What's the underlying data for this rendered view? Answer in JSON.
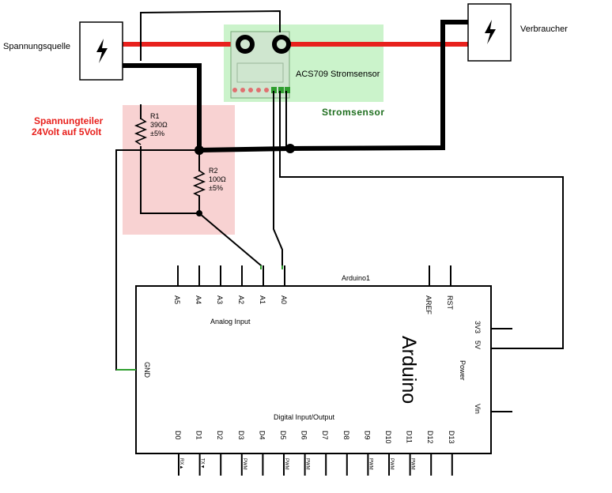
{
  "sources": {
    "left_label": "Spannungsquelle",
    "right_label": "Verbraucher",
    "icon": "lightning-icon"
  },
  "sensor": {
    "label": "ACS709 Stromsensor",
    "area_label": "Stromsensor",
    "area_color": "#b9efb9"
  },
  "divider": {
    "label_line1": "Spannungteiler",
    "label_line2": "24Volt auf 5Volt",
    "area_color": "#f8d2d2",
    "r1": {
      "name": "R1",
      "value": "390Ω",
      "tolerance": "±5%"
    },
    "r2": {
      "name": "R2",
      "value": "100Ω",
      "tolerance": "±5%"
    }
  },
  "arduino": {
    "name": "Arduino1",
    "logo": "Arduino",
    "analog_title": "Analog Input",
    "digital_title": "Digital Input/Output",
    "power_title": "Power",
    "analog_pins": [
      "A5",
      "A4",
      "A3",
      "A2",
      "A1",
      "A0"
    ],
    "top_pins": [
      "AREF",
      "RST"
    ],
    "left_pins": [
      "GND"
    ],
    "right_pins": [
      "3V3",
      "5V",
      "Vin"
    ],
    "digital_pins": [
      "D0",
      "D1",
      "D2",
      "D3",
      "D4",
      "D5",
      "D6",
      "D7",
      "D8",
      "D9",
      "D10",
      "D11",
      "D12",
      "D13"
    ],
    "digital_tags": [
      "RX▲",
      "TX▼",
      "",
      "PWM",
      "",
      "PWM",
      "PWM",
      "",
      "",
      "PWM",
      "PWM",
      "PWM",
      "",
      ""
    ]
  },
  "colors": {
    "power_line": "#e8211d",
    "wire": "#000000",
    "pin_end": "#2e9e2e"
  }
}
